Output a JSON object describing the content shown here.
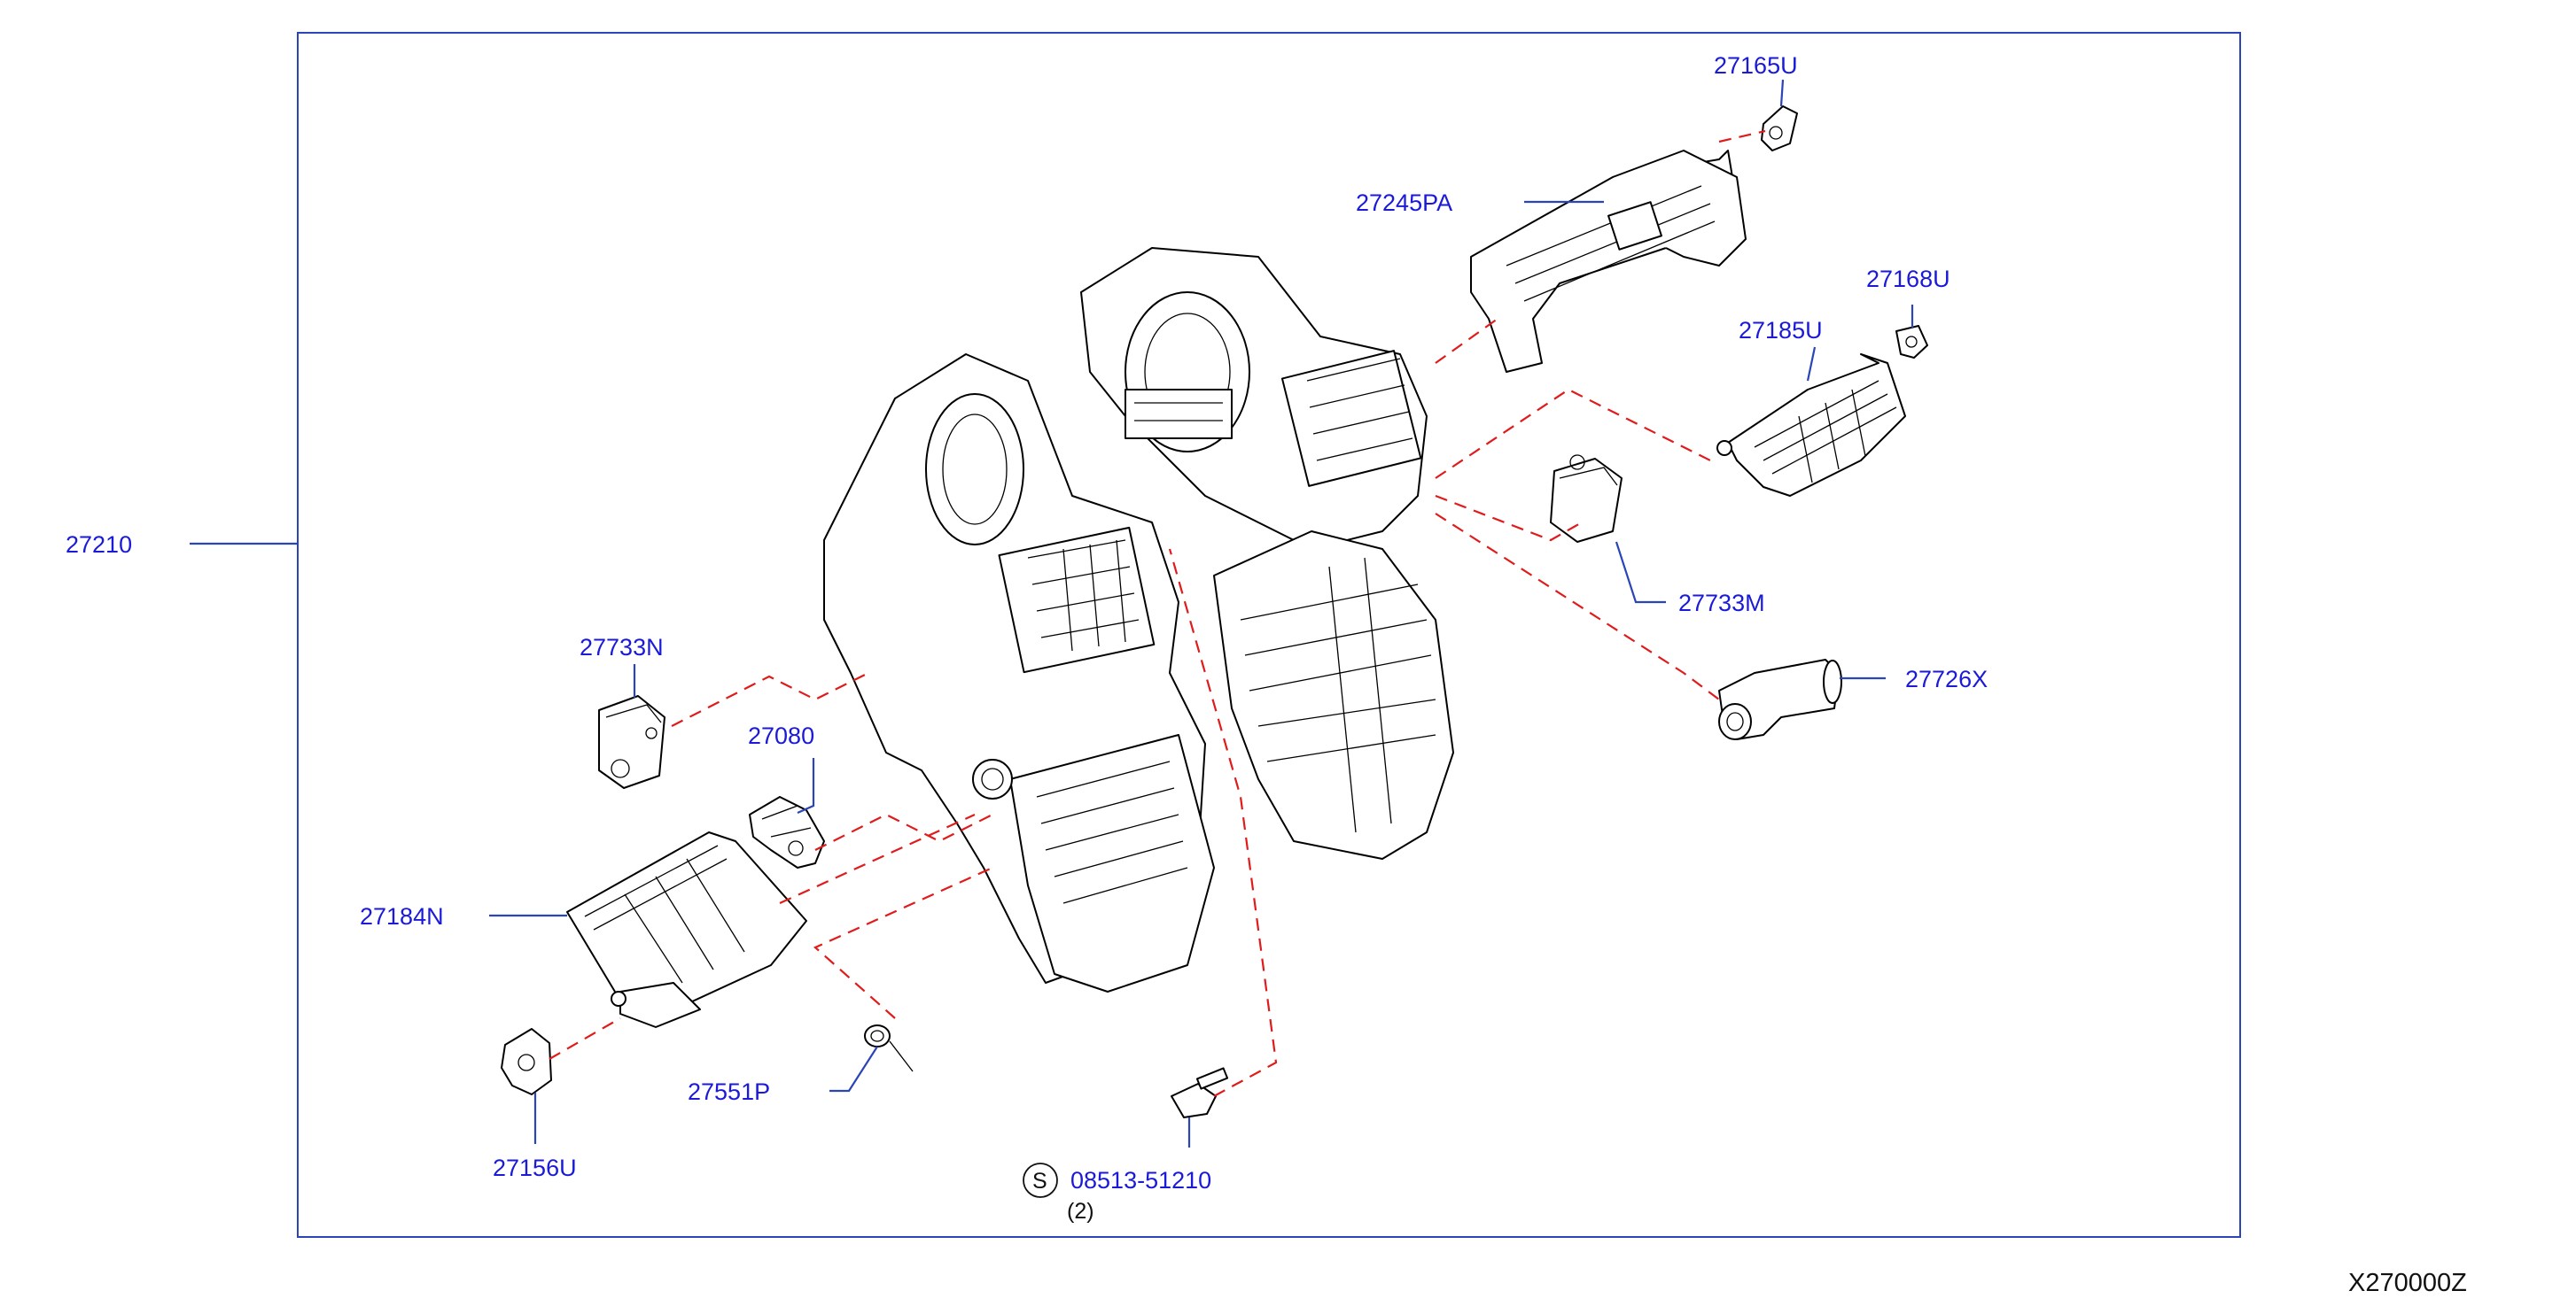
{
  "diagram": {
    "drawing_code": "X270000Z",
    "main_assembly": "27210",
    "parts": {
      "p27165U": "27165U",
      "p27245PA": "27245PA",
      "p27168U": "27168U",
      "p27185U": "27185U",
      "p27733M": "27733M",
      "p27726X": "27726X",
      "p27733N": "27733N",
      "p27080": "27080",
      "p27184N": "27184N",
      "p27156U": "27156U",
      "p27551P": "27551P",
      "p08513": "08513-51210"
    },
    "screw_symbol": "S",
    "screw_qty": "(2)"
  },
  "colors": {
    "label": "#1a1ad8",
    "leader": "#2a45b8",
    "dashed_line": "#e01b1b",
    "outline": "#000000"
  }
}
